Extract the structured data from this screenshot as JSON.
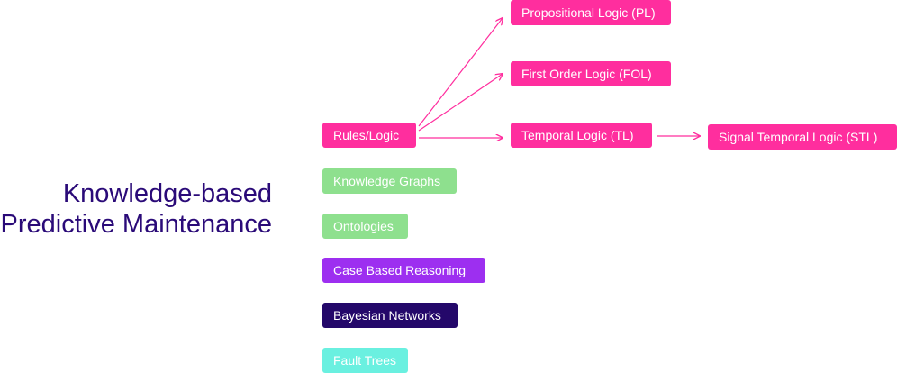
{
  "title": {
    "line1": "Knowledge-based",
    "line2": "Predictive Maintenance"
  },
  "nodes": {
    "rules": "Rules/Logic",
    "knowledge_graphs": "Knowledge Graphs",
    "ontologies": "Ontologies",
    "case_based": "Case Based Reasoning",
    "bayesian": "Bayesian Networks",
    "fault_trees": "Fault Trees",
    "pl": "Propositional Logic (PL)",
    "fol": "First Order Logic (FOL)",
    "tl": "Temporal Logic (TL)",
    "stl": "Signal Temporal Logic (STL)"
  },
  "colors": {
    "pink": "#ff2e9e",
    "green": "#8ee08e",
    "purple": "#9d2ff0",
    "navy": "#24086a",
    "cyan": "#6af0e0",
    "title": "#2a0a78",
    "arrow": "#ff2e9e"
  }
}
